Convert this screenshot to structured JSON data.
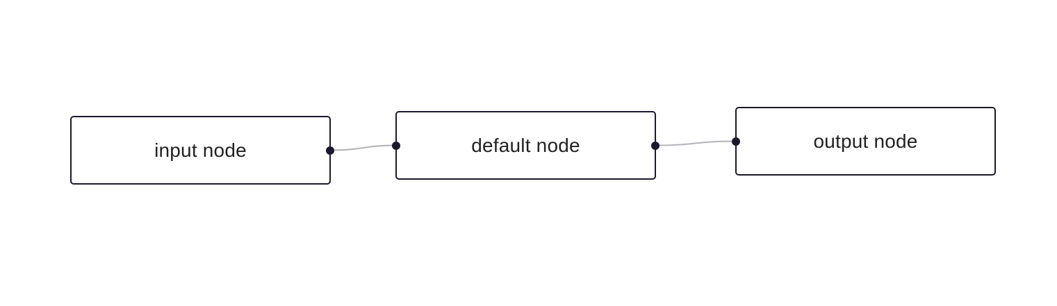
{
  "colors": {
    "node_border": "#1a192b",
    "handle": "#1a192b",
    "edge": "#b1b1b7",
    "background": "#ffffff"
  },
  "nodes": [
    {
      "id": "input",
      "type": "input",
      "label": "input node"
    },
    {
      "id": "default",
      "type": "default",
      "label": "default node"
    },
    {
      "id": "output",
      "type": "output",
      "label": "output node"
    }
  ],
  "edges": [
    {
      "source": "input",
      "target": "default"
    },
    {
      "source": "default",
      "target": "output"
    }
  ]
}
